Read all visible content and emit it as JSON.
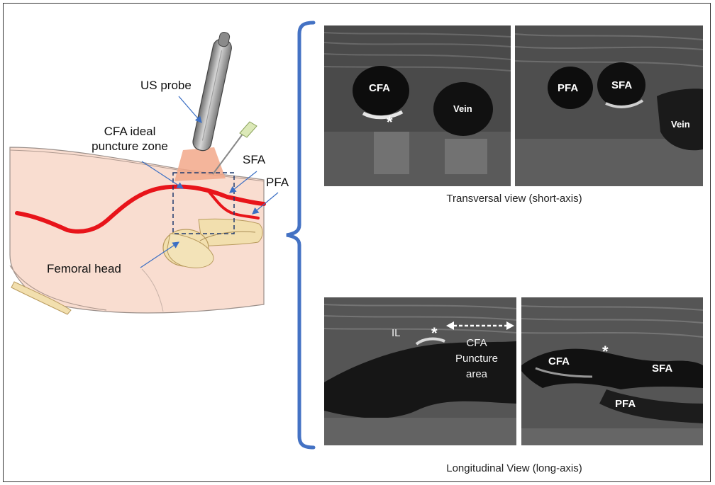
{
  "anatomy": {
    "probe_label": "US probe",
    "zone_label_line1": "CFA ideal",
    "zone_label_line2": "puncture zone",
    "sfa_label": "SFA",
    "pfa_label": "PFA",
    "femoral_head_label": "Femoral head"
  },
  "transversal": {
    "left": {
      "cfa": "CFA",
      "vein": "Vein",
      "marker": "*"
    },
    "right": {
      "pfa": "PFA",
      "sfa": "SFA",
      "vein": "Vein"
    },
    "caption": "Transversal view (short-axis)"
  },
  "longitudinal": {
    "left": {
      "il": "IL",
      "marker": "*",
      "area_line1": "CFA",
      "area_line2": "Puncture",
      "area_line3": "area"
    },
    "right": {
      "cfa": "CFA",
      "marker": "*",
      "sfa": "SFA",
      "pfa": "PFA"
    },
    "caption": "Longitudinal View (long-axis)"
  },
  "colors": {
    "artery": "#e8141a",
    "skin": "#f9ddd0",
    "bracket": "#4472c4",
    "arrow": "#3b6fc4",
    "bone": "#f2dfae"
  }
}
